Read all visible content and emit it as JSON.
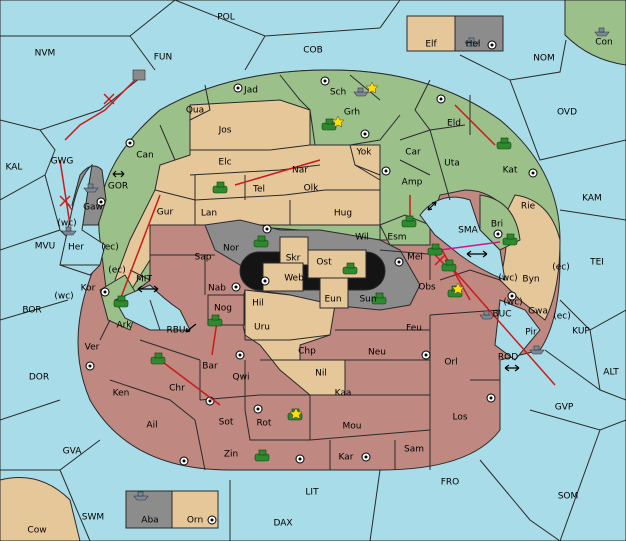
{
  "colors": {
    "sea": "#a8dce8",
    "tan": "#e6c79a",
    "green": "#9cc08a",
    "red": "#bf8880",
    "grey": "#8c8c8c",
    "order_move": "#cc1a1a",
    "order_support": "#cc1a8a",
    "unit": "#2f8a2f"
  },
  "territories": {
    "POL": "POL",
    "NVM": "NVM",
    "FUN": "FUN",
    "COB": "COB",
    "NOM": "NOM",
    "Con": "Con",
    "Elf": "Elf",
    "Hel": "Hel",
    "OVD": "OVD",
    "KAL": "KAL",
    "GWG": "GWG",
    "GOR": "GOR",
    "KAM": "KAM",
    "TEI": "TEI",
    "SMA": "SMA",
    "MVU": "MVU",
    "MIT": "MIT",
    "BOR": "BOR",
    "RBU": "RBU",
    "BUC": "BUC",
    "KUP": "KUP",
    "ROD": "ROD",
    "DOR": "DOR",
    "ALT": "ALT",
    "GVP": "GVP",
    "GVA": "GVA",
    "FRO": "FRO",
    "SOM": "SOM",
    "LIT": "LIT",
    "SWM": "SWM",
    "DAX": "DAX",
    "Cow": "Cow",
    "Aba": "Aba",
    "Orn": "Orn",
    "Jad": "Jad",
    "Sch": "Sch",
    "Qua": "Qua",
    "Grh": "Grh",
    "Eld": "Eld",
    "Jos": "Jos",
    "Can": "Can",
    "Car": "Car",
    "Yok": "Yok",
    "Uta": "Uta",
    "Kat": "Kat",
    "Elc": "Elc",
    "Nar": "Nar",
    "Tel": "Tel",
    "Amp": "Amp",
    "Olk": "Olk",
    "Gaw": "Gaw",
    "Gur": "Gur",
    "Lan": "Lan",
    "Hug": "Hug",
    "Rie": "Rie",
    "Bri": "Bri",
    "Esm": "Esm",
    "Wil": "Wil",
    "Her": "Her",
    "wc1": "(wc)",
    "ec1": "(ec)",
    "Nor": "Nor",
    "Skr": "Skr",
    "Sap": "Sap",
    "Ost": "Ost",
    "Web": "Web",
    "Mel": "Mel",
    "wc2": "(wc)",
    "Byn": "Byn",
    "ec2": "(ec)",
    "ec3": "(ec)",
    "Kor": "Kor",
    "wc3": "(wc)",
    "Nab": "Nab",
    "Obs": "Obs",
    "Eun": "Eun",
    "Sun": "Sun",
    "wc4": "(wc)",
    "Gwa": "Gwa",
    "ec4": "(ec)",
    "Hil": "Hil",
    "Ark": "Ark",
    "Nog": "Nog",
    "Pir": "Pir",
    "Uru": "Uru",
    "Feu": "Feu",
    "Ver": "Ver",
    "Chp": "Chp",
    "Neu": "Neu",
    "Orl": "Orl",
    "Bar": "Bar",
    "Qwi": "Qwi",
    "Nil": "Nil",
    "Ken": "Ken",
    "Chr": "Chr",
    "Kaa": "Kaa",
    "Los": "Los",
    "Ail": "Ail",
    "Sot": "Sot",
    "Rot": "Rot",
    "Mou": "Mou",
    "Zin": "Zin",
    "Kar": "Kar",
    "Sam": "Sam"
  }
}
